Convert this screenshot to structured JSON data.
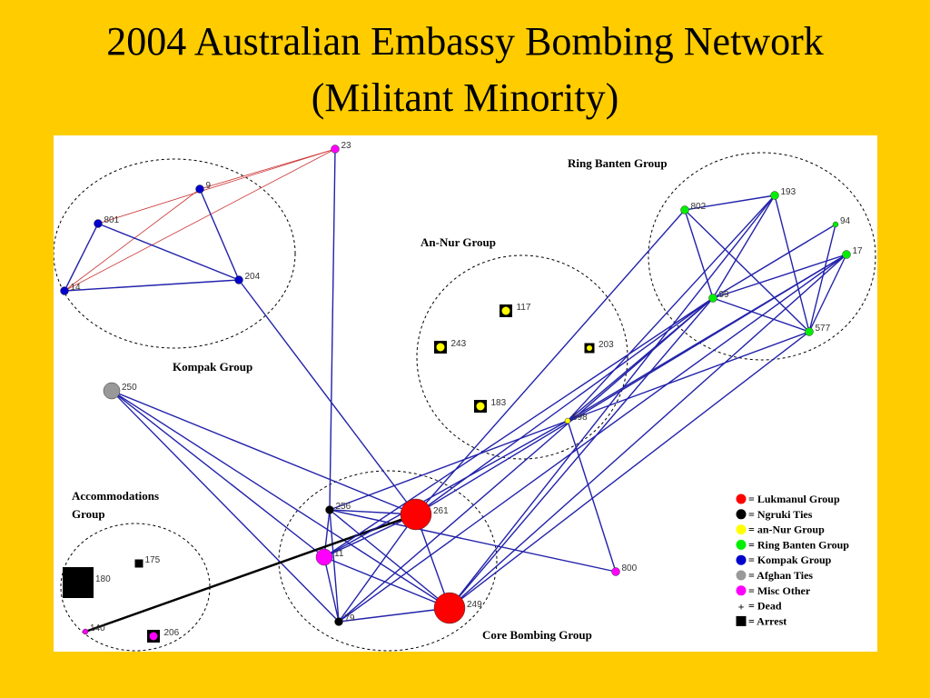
{
  "title": {
    "line1": "2004 Australian Embassy Bombing Network",
    "line2": "(Militant Minority)"
  },
  "colors": {
    "background": "#FFCC00",
    "edge": "#2222AA",
    "red_edge": "#CC3333",
    "special_edge": "#000000",
    "Lukmanul": "#FF0000",
    "Ngruki": "#000000",
    "anNur": "#FFFF00",
    "RingBanten": "#00EE00",
    "Kompak": "#0000CC",
    "Afghan": "#999999",
    "Misc": "#FF00FF"
  },
  "groups": [
    {
      "name": "Kompak Group"
    },
    {
      "name": "Ring Banten Group"
    },
    {
      "name": "An-Nur Group"
    },
    {
      "name": "Accommodations Group"
    },
    {
      "name": "Core Bombing Group"
    }
  ],
  "nodes": [
    {
      "id": "23",
      "label": "23",
      "category": "Misc",
      "size": "small",
      "shape": "circle"
    },
    {
      "id": "9",
      "label": "9",
      "category": "Kompak",
      "size": "small",
      "shape": "circle"
    },
    {
      "id": "801",
      "label": "801",
      "category": "Kompak",
      "size": "small",
      "shape": "circle"
    },
    {
      "id": "14",
      "label": "14",
      "category": "Kompak",
      "size": "small",
      "shape": "circle"
    },
    {
      "id": "204",
      "label": "204",
      "category": "Kompak",
      "size": "small",
      "shape": "circle"
    },
    {
      "id": "250",
      "label": "250",
      "category": "Afghan",
      "size": "medium",
      "shape": "circle"
    },
    {
      "id": "117",
      "label": "117",
      "category": "anNur",
      "size": "small",
      "shape": "arrest"
    },
    {
      "id": "243",
      "label": "243",
      "category": "anNur",
      "size": "small",
      "shape": "arrest"
    },
    {
      "id": "203",
      "label": "203",
      "category": "anNur",
      "size": "tiny",
      "shape": "arrest"
    },
    {
      "id": "183",
      "label": "183",
      "category": "anNur",
      "size": "small",
      "shape": "arrest"
    },
    {
      "id": "598",
      "label": "598",
      "category": "anNur",
      "size": "tiny",
      "shape": "circle"
    },
    {
      "id": "802",
      "label": "802",
      "category": "RingBanten",
      "size": "small",
      "shape": "circle"
    },
    {
      "id": "193",
      "label": "193",
      "category": "RingBanten",
      "size": "small",
      "shape": "circle"
    },
    {
      "id": "94",
      "label": "94",
      "category": "RingBanten",
      "size": "tiny",
      "shape": "circle"
    },
    {
      "id": "17",
      "label": "17",
      "category": "RingBanten",
      "size": "small",
      "shape": "circle"
    },
    {
      "id": "99",
      "label": "99",
      "category": "RingBanten",
      "size": "small",
      "shape": "circle"
    },
    {
      "id": "577",
      "label": "577",
      "category": "RingBanten",
      "size": "small",
      "shape": "circle"
    },
    {
      "id": "256",
      "label": "256",
      "category": "Ngruki",
      "size": "small",
      "shape": "circle"
    },
    {
      "id": "261",
      "label": "261",
      "category": "Lukmanul",
      "size": "large",
      "shape": "circle"
    },
    {
      "id": "11",
      "label": "11",
      "category": "Misc",
      "size": "medium",
      "shape": "circle"
    },
    {
      "id": "249",
      "label": "249",
      "category": "Lukmanul",
      "size": "large",
      "shape": "circle"
    },
    {
      "id": "79",
      "label": "79",
      "category": "Ngruki",
      "size": "small",
      "shape": "circle"
    },
    {
      "id": "800",
      "label": "800",
      "category": "Misc",
      "size": "small",
      "shape": "circle"
    },
    {
      "id": "175",
      "label": "175",
      "category": "Ngruki",
      "size": "small",
      "shape": "square"
    },
    {
      "id": "180",
      "label": "180",
      "category": "Ngruki",
      "size": "large",
      "shape": "square"
    },
    {
      "id": "140",
      "label": "140",
      "category": "Misc",
      "size": "tiny",
      "shape": "circle"
    },
    {
      "id": "206",
      "label": "206",
      "category": "Misc",
      "size": "small",
      "shape": "arrest"
    }
  ],
  "edges": [
    [
      "23",
      "9",
      "red"
    ],
    [
      "23",
      "801",
      "red"
    ],
    [
      "23",
      "14",
      "red"
    ],
    [
      "9",
      "14",
      "red"
    ],
    [
      "9",
      "204",
      "blue"
    ],
    [
      "801",
      "14",
      "blue"
    ],
    [
      "801",
      "204",
      "blue"
    ],
    [
      "14",
      "204",
      "blue"
    ],
    [
      "23",
      "256",
      "blue"
    ],
    [
      "204",
      "261",
      "blue"
    ],
    [
      "250",
      "261",
      "blue"
    ],
    [
      "250",
      "11",
      "blue"
    ],
    [
      "250",
      "79",
      "blue"
    ],
    [
      "250",
      "249",
      "blue"
    ],
    [
      "256",
      "261",
      "blue"
    ],
    [
      "256",
      "11",
      "blue"
    ],
    [
      "256",
      "79",
      "blue"
    ],
    [
      "256",
      "249",
      "blue"
    ],
    [
      "256",
      "800",
      "blue"
    ],
    [
      "261",
      "11",
      "blue"
    ],
    [
      "261",
      "249",
      "blue"
    ],
    [
      "261",
      "79",
      "blue"
    ],
    [
      "11",
      "249",
      "blue"
    ],
    [
      "11",
      "79",
      "blue"
    ],
    [
      "79",
      "249",
      "blue"
    ],
    [
      "140",
      "261",
      "black"
    ],
    [
      "802",
      "193",
      "blue"
    ],
    [
      "802",
      "99",
      "blue"
    ],
    [
      "802",
      "577",
      "blue"
    ],
    [
      "802",
      "261",
      "blue"
    ],
    [
      "193",
      "99",
      "blue"
    ],
    [
      "193",
      "577",
      "blue"
    ],
    [
      "193",
      "598",
      "blue"
    ],
    [
      "193",
      "249",
      "blue"
    ],
    [
      "94",
      "99",
      "blue"
    ],
    [
      "94",
      "577",
      "blue"
    ],
    [
      "17",
      "99",
      "blue"
    ],
    [
      "17",
      "577",
      "blue"
    ],
    [
      "17",
      "598",
      "blue"
    ],
    [
      "17",
      "249",
      "blue"
    ],
    [
      "17",
      "261",
      "blue"
    ],
    [
      "17",
      "79",
      "blue"
    ],
    [
      "99",
      "577",
      "blue"
    ],
    [
      "99",
      "598",
      "blue"
    ],
    [
      "99",
      "249",
      "blue"
    ],
    [
      "99",
      "261",
      "blue"
    ],
    [
      "99",
      "11",
      "blue"
    ],
    [
      "99",
      "79",
      "blue"
    ],
    [
      "577",
      "598",
      "blue"
    ],
    [
      "577",
      "249",
      "blue"
    ],
    [
      "598",
      "800",
      "blue"
    ],
    [
      "598",
      "256",
      "blue"
    ],
    [
      "598",
      "11",
      "blue"
    ]
  ],
  "legend": [
    {
      "symbol": "circle",
      "color": "#FF0000",
      "label": "= Lukmanul Group"
    },
    {
      "symbol": "circle",
      "color": "#000000",
      "label": "= Ngruki Ties"
    },
    {
      "symbol": "circle",
      "color": "#FFFF00",
      "label": "= an-Nur Group"
    },
    {
      "symbol": "circle",
      "color": "#00EE00",
      "label": "= Ring Banten Group"
    },
    {
      "symbol": "circle",
      "color": "#0000CC",
      "label": "= Kompak Group"
    },
    {
      "symbol": "circle",
      "color": "#999999",
      "label": "= Afghan Ties"
    },
    {
      "symbol": "circle",
      "color": "#FF00FF",
      "label": "= Misc Other"
    },
    {
      "symbol": "plus",
      "color": "#000000",
      "label": "= Dead"
    },
    {
      "symbol": "square",
      "color": "#000000",
      "label": "= Arrest"
    }
  ]
}
